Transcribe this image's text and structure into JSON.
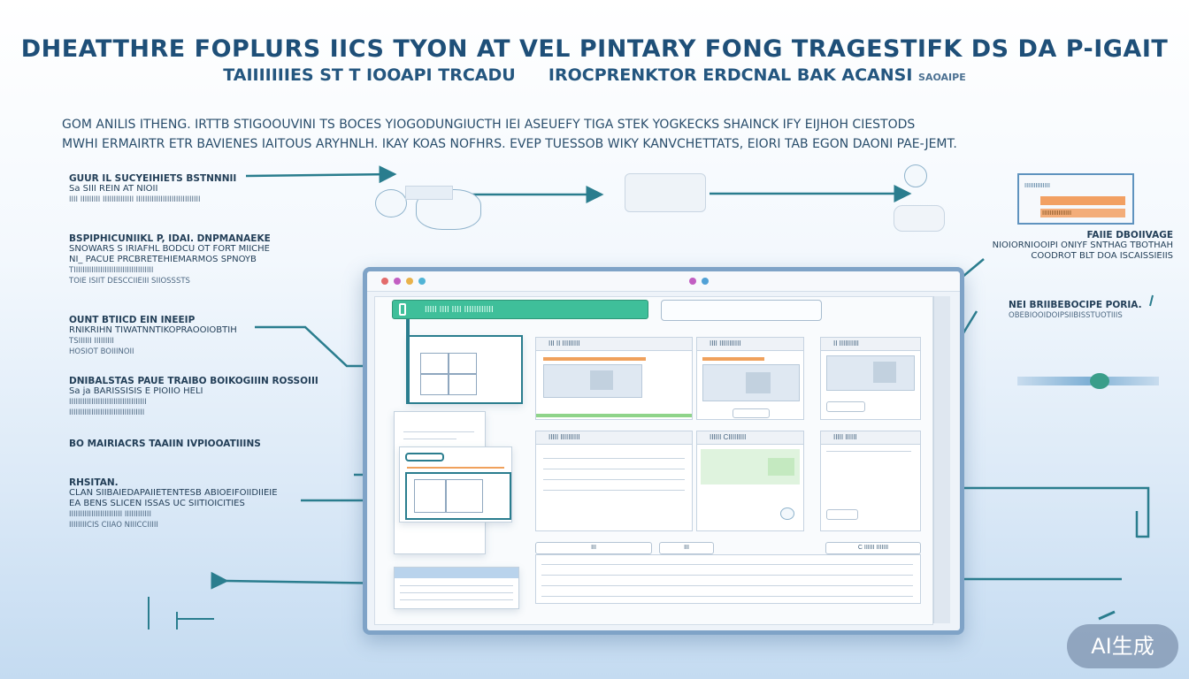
{
  "header": {
    "title": "DHEATTHRE FOPLURS IICS TYON AT VEL PINTARY FONG TRAGESTIFK DS DA P-IGAIT",
    "subtitle_left": "TAIIIIIIIES ST T IOOAPI TRCADU",
    "subtitle_right": "IROCPRENKTOR ERDCNAL BAK ACANSI",
    "subtitle_tag": "SAOAIPE"
  },
  "intro": {
    "line1": "GOM ANILIS ITHENG. IRTTB STIGOOUVINI TS BOCES YIOGODUNGIUCTH IEI ASEUEFY TIGA STEK YOGKECKS SHAINCK IFY EIJHOH CIESTODS",
    "line2": "MWHI ERMAIRTR ETR BAVIENES IAITOUS ARYHNLH. IKAY KOAS NOFHRS. EVEP TUESSOB WIKY KANVCHETTATS, EIORI TAB EGON DAONI PAE-JEMT."
  },
  "left_labels": [
    {
      "heading": "GUUR IL SUCYEIHIETS BSTNNNII",
      "line1": "Sa SIII REIN AT NIOII",
      "line2": "IIII IIIIIIIII IIIIIIIIIIIIII IIIIIIIIIIIIIIIIIIIIIIIIIIIII"
    },
    {
      "heading": "BSPIPHICUNIIKL P, IDAI. DNPMANAEKE",
      "line1": "SNOWARS S IRIAFHL BODCU OT FORT MIICHE",
      "line2": "NI_ PACUE PRCBRETEHIEMARMOS SPNOYB",
      "line3": "TIIIIIIIIIIIIIIIIIIIIIIIIIIIIIIIIIIII",
      "line4": "TOIE ISIIT DESCCIIEIII SIIOSSSTS"
    },
    {
      "heading": "OUNT BTIICD EIN INEEIP",
      "line1": "RNIKRIHN TIWATNNTIKOPRAOOIOBTIH",
      "line2": "TSIIIIII IIIIIIIII",
      "line3": "HOSIOT BOIIINOII"
    },
    {
      "heading": "DNIBALSTAS PAUE TRAIBO BOIKOGIIIN ROSSOIII",
      "line1": "Sa ja BARISSISIS E PIOIIO HELI",
      "line2": "IIIIIIIIIIIIIIIIIIIIIIIIIIIIIIIIIII",
      "line3": "IIIIIIIIIIIIIIIIIIIIIIIIIIIIIIIIII"
    },
    {
      "heading": "BO MAIRIACRS TAAIIN IVPIOOATIIINS"
    },
    {
      "heading": "RHSITAN.",
      "line1": "CLAN SIIBAIEDAPAIIETENTESB ABIOEIFOIIDIIEIE",
      "line2": "EA BENS SLICEN ISSAS UC SIITIOICITIES",
      "line3": "IIIIIIIIIIIIIIIIIIIIIIII IIIIIIIIIIII",
      "line4": "IIIIIIIICIS CIIAO NIIICCIIIII"
    }
  ],
  "right_labels": [
    {
      "heading": "FAIIE DBOIIVAGE",
      "line1": "NIOIORNIOOIPI ONIYF SNTHAG TBOTHAH",
      "line2": "COODROT BLT DOA ISCAISSIEIIS"
    },
    {
      "heading": "NEI BRIIBEBOCIPE PORIA.",
      "line1": "OBEBIOOIDOIPSIIBISSTUOTIIIS"
    }
  ],
  "window": {
    "search_value": "IIIII IIII IIII   IIIIIIIIIIII",
    "panels": [
      {
        "head": "III II IIIIIIIII"
      },
      {
        "head": "IIII IIIIIIIIIII"
      },
      {
        "head": "II IIIIIIIIII"
      },
      {
        "head": "IIIII IIIIIIIIII"
      },
      {
        "head": "IIIIII CIIIIIIIII"
      },
      {
        "head": "IIIII IIIIII"
      }
    ],
    "bottom_tabs": [
      "III",
      "III",
      "C  IIIIII IIIIIII"
    ]
  },
  "flow_top": {
    "stat_label": "IIIIIIIIIIIIII",
    "stat_value": "IIIIIIIIIIIIIIII"
  },
  "watermark": "AI生成",
  "colors": {
    "teal": "#2a7d8e",
    "accent_green": "#3fbf9a",
    "accent_orange": "#f0a15c",
    "frame": "#7fa3c7"
  }
}
